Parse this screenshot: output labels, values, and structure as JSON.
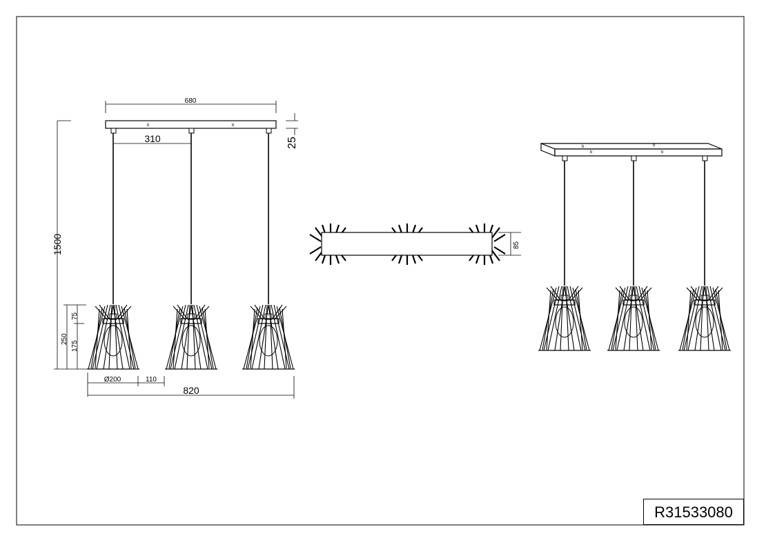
{
  "product_code": "R31533080",
  "dimensions": {
    "canopy_length": "680",
    "canopy_height": "25",
    "suspension_spacing": "310",
    "total_height": "1500",
    "shade_height": "250",
    "shade_upper": "75",
    "shade_lower": "175",
    "shade_diameter": "Ø200",
    "shade_gap": "110",
    "total_width": "820",
    "canopy_depth": "85"
  },
  "views": [
    "front-elevation",
    "top-view",
    "perspective-view"
  ],
  "colors": {
    "line": "#000000",
    "background": "#ffffff"
  }
}
